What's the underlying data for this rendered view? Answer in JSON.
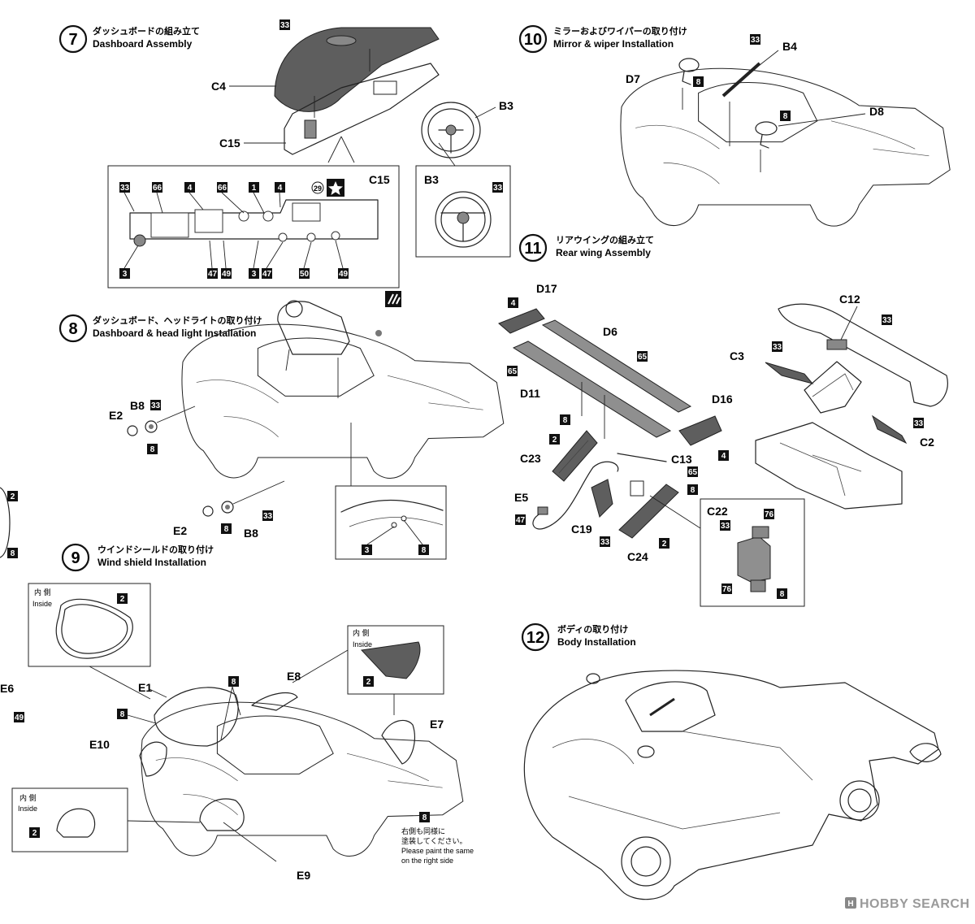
{
  "steps": {
    "s7": {
      "num": "7",
      "title_jp": "ダッシュボードの組み立て",
      "title_en": "Dashboard Assembly"
    },
    "s8": {
      "num": "8",
      "title_jp": "ダッシュボード、ヘッドライトの取り付け",
      "title_en": "Dashboard & head light Installation"
    },
    "s9": {
      "num": "9",
      "title_jp": "ウインドシールドの取り付け",
      "title_en": "Wind shield Installation"
    },
    "s10": {
      "num": "10",
      "title_jp": "ミラーおよびワイパーの取り付け",
      "title_en": "Mirror &  wiper Installation"
    },
    "s11": {
      "num": "11",
      "title_jp": "リアウイングの組み立て",
      "title_en": "Rear wing Assembly"
    },
    "s12": {
      "num": "12",
      "title_jp": "ボディの取り付け",
      "title_en": "Body Installation"
    }
  },
  "parts": {
    "c4": "C4",
    "c15": "C15",
    "b3": "B3",
    "b8": "B8",
    "e2": "E2",
    "e1": "E1",
    "e6": "E6",
    "e7": "E7",
    "e8": "E8",
    "e9": "E9",
    "e10": "E10",
    "d7": "D7",
    "b4": "B4",
    "d8": "D8",
    "d17": "D17",
    "d6": "D6",
    "d11": "D11",
    "d16": "D16",
    "c23": "C23",
    "c13": "C13",
    "e5": "E5",
    "c19": "C19",
    "c24": "C24",
    "c22": "C22",
    "c12": "C12",
    "c3": "C3",
    "c2": "C2"
  },
  "colors": {
    "n33": "33",
    "n66": "66",
    "n4": "4",
    "n1": "1",
    "n29": "29",
    "n3": "3",
    "n47": "47",
    "n49": "49",
    "n50": "50",
    "n8": "8",
    "n2": "2",
    "n65": "65",
    "n76": "76"
  },
  "labels": {
    "inside_jp": "内 側",
    "inside_en": "Inside",
    "paint_note_jp_1": "右側も同様に",
    "paint_note_jp_2": "塗装してください。",
    "paint_note_en_1": "Please paint the same",
    "paint_note_en_2": "on the right side",
    "watermark": "HOBBY SEARCH"
  },
  "icons": {
    "star": "star-icon",
    "decal": "decal-icon",
    "watermark_logo": "hobbysearch-logo-icon"
  }
}
